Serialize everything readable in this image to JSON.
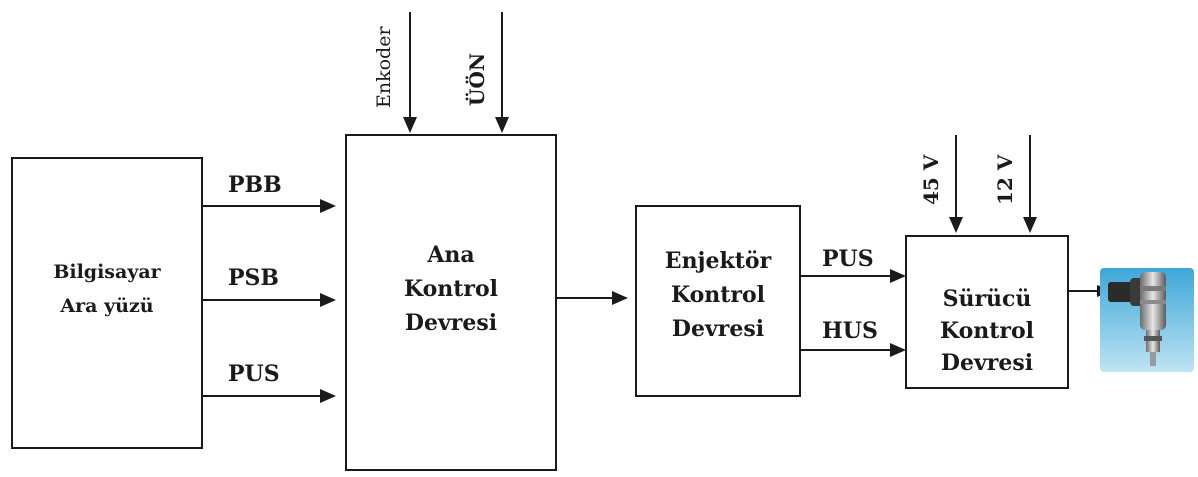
{
  "blocks": {
    "pc_interface": [
      "Bilgisayar",
      "Ara yüzü"
    ],
    "main_control": [
      "Ana",
      "Kontrol",
      "Devresi"
    ],
    "injector_control": [
      "Enjektör",
      "Kontrol",
      "Devresi"
    ],
    "driver_control": [
      "Sürücü",
      "Kontrol",
      "Devresi"
    ]
  },
  "signals": {
    "pbb": "PBB",
    "psb": "PSB",
    "pus_in": "PUS",
    "pus_out": "PUS",
    "hus": "HUS"
  },
  "inputs": {
    "encoder": "Enkoder",
    "uon": "ÜÖN",
    "v45": "45 V",
    "v12": "12 V"
  },
  "icons": {
    "injector": "fuel-injector-icon"
  }
}
